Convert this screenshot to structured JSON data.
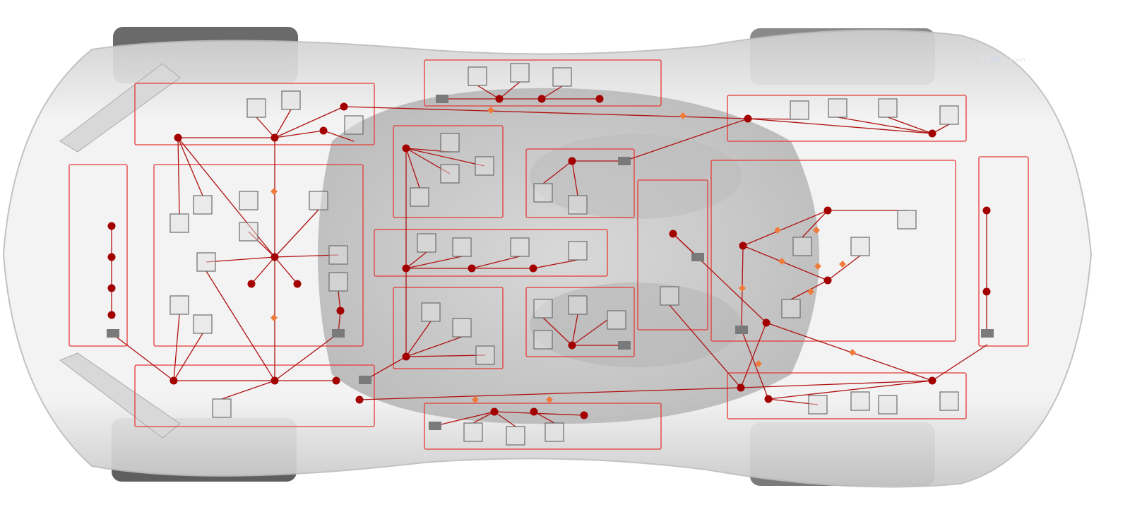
{
  "logo": {
    "prefix": "PR",
    "highlight": "EE",
    "suffix": "vision"
  },
  "colors": {
    "zone": "#e53935",
    "node": "#a30000",
    "wire": "#b01010",
    "junction": "#f07a3a",
    "component": "#6d6d6d",
    "connector": "#7a7a7a",
    "body": "#e6e6e6",
    "wheel": "#5a5a5a"
  }
}
